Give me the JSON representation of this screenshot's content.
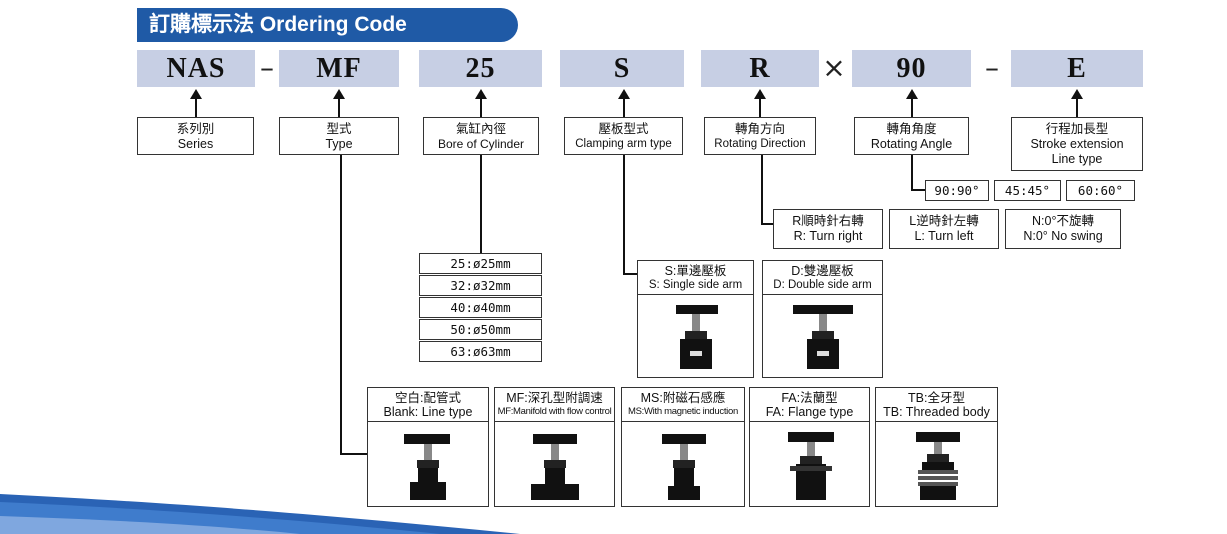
{
  "header": {
    "title": "訂購標示法 Ordering Code"
  },
  "code": [
    "NAS",
    "MF",
    "25",
    "S",
    "R",
    "90",
    "E"
  ],
  "separators": [
    "–",
    "–",
    "×",
    "–"
  ],
  "labels": {
    "series": [
      "系列別",
      "Series"
    ],
    "type": [
      "型式",
      "Type"
    ],
    "bore": [
      "氣缸內徑",
      "Bore of Cylinder"
    ],
    "clamp": [
      "壓板型式",
      "Clamping arm type"
    ],
    "rotdir": [
      "轉角方向",
      "Rotating Direction"
    ],
    "rotangle": [
      "轉角角度",
      "Rotating Angle"
    ],
    "stroke": [
      "行程加長型",
      "Stroke extension",
      "Line type"
    ]
  },
  "bore_options": [
    "25:ø25mm",
    "32:ø32mm",
    "40:ø40mm",
    "50:ø50mm",
    "63:ø63mm"
  ],
  "angle_options": [
    "90:90°",
    "45:45°",
    "60:60°"
  ],
  "direction_options": [
    [
      "R順時針右轉",
      "R: Turn right"
    ],
    [
      "L逆時針左轉",
      "L: Turn left"
    ],
    [
      "N:0°不旋轉",
      "N:0° No swing"
    ]
  ],
  "clamp_options": [
    [
      "S:單邊壓板",
      "S: Single side arm"
    ],
    [
      "D:雙邊壓板",
      "D: Double side arm"
    ]
  ],
  "type_options": [
    [
      "空白:配管式",
      "Blank: Line type"
    ],
    [
      "MF:深孔型附調速",
      "MF:Manifold with flow control"
    ],
    [
      "MS:附磁石感應",
      "MS:With magnetic induction"
    ],
    [
      "FA:法蘭型",
      "FA: Flange type"
    ],
    [
      "TB:全牙型",
      "TB: Threaded body"
    ]
  ],
  "colors": {
    "header_bg": "#1f5aa6",
    "code_bg": "#c7cfe4",
    "swoosh": "#2a63b5"
  }
}
